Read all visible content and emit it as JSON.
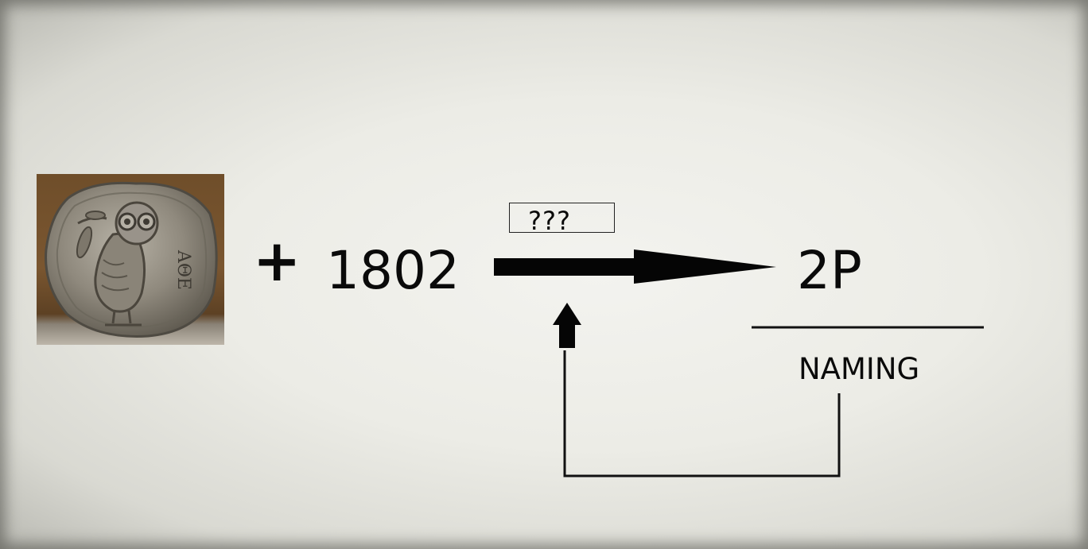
{
  "diagram": {
    "operator": "+",
    "year": "1802",
    "question_label": "???",
    "result": "2P",
    "feedback_label": "NAMING"
  },
  "image": {
    "subject": "owl coin"
  }
}
